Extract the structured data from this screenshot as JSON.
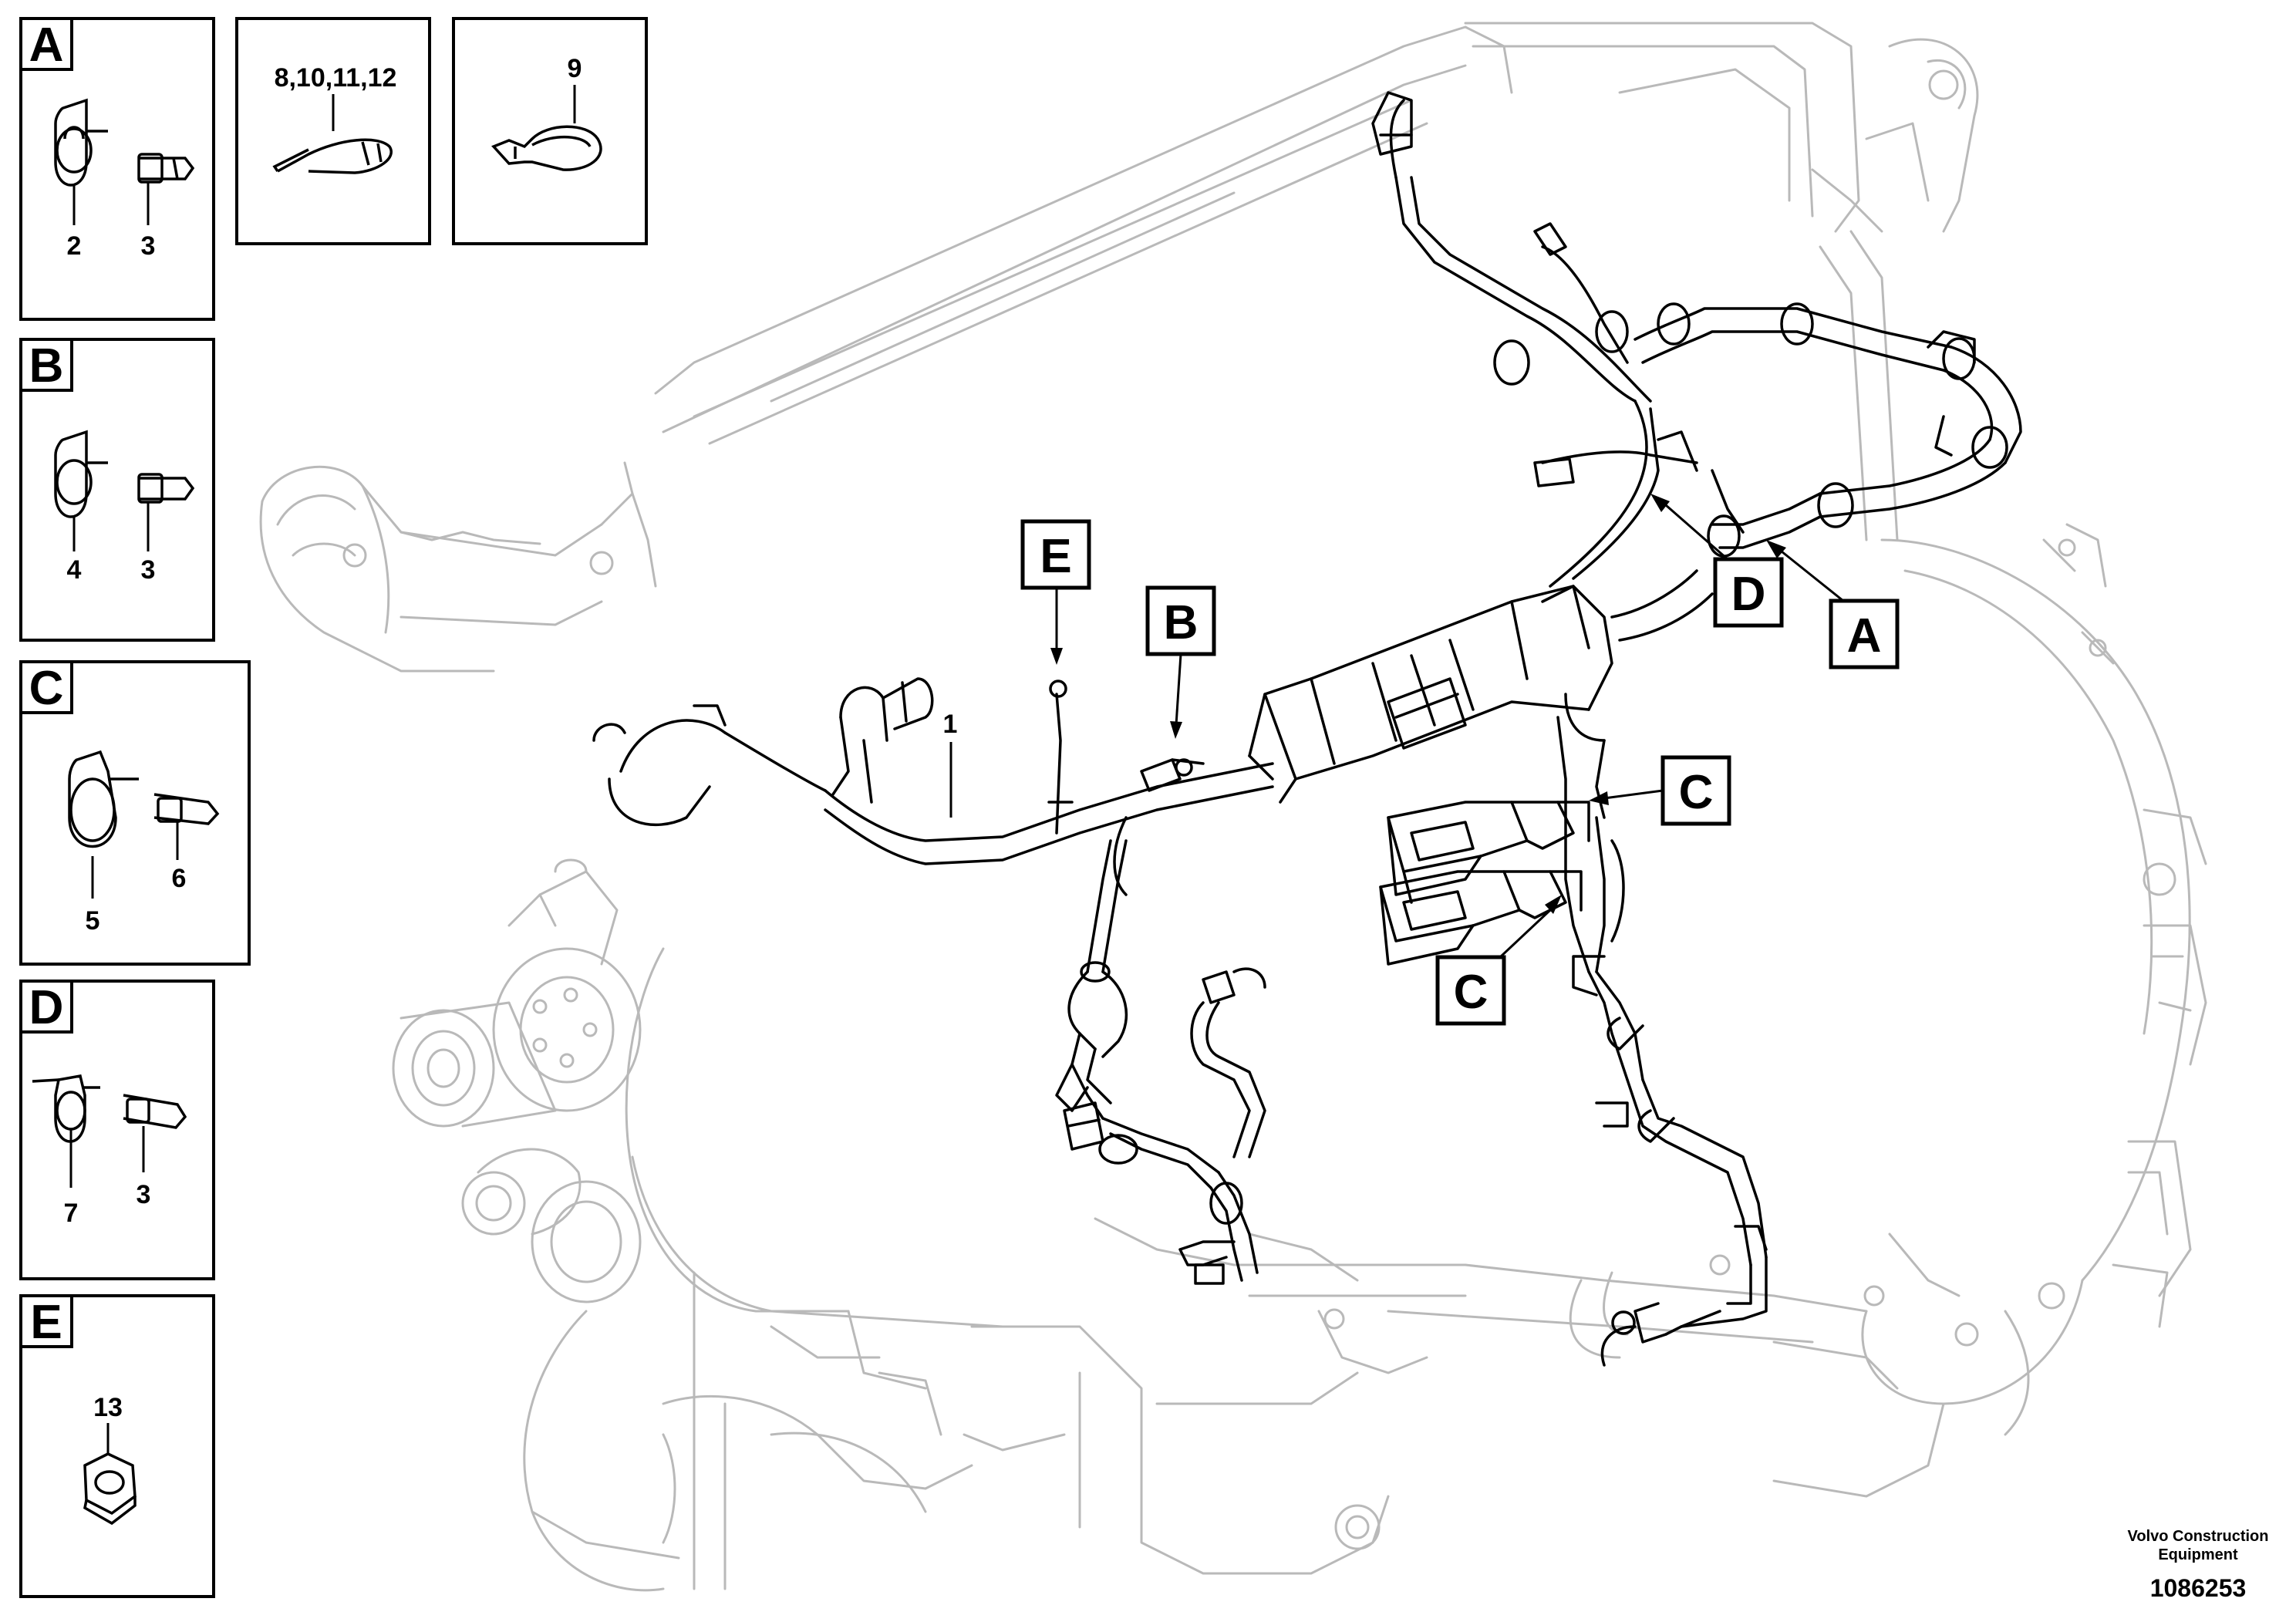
{
  "detail_boxes": [
    {
      "letter": "A",
      "labels": [
        "2",
        "3"
      ]
    },
    {
      "letter": "B",
      "labels": [
        "4",
        "3"
      ]
    },
    {
      "letter": "C",
      "labels": [
        "5",
        "6"
      ]
    },
    {
      "letter": "D",
      "labels": [
        "7",
        "3"
      ]
    },
    {
      "letter": "E",
      "labels": [
        "13"
      ]
    }
  ],
  "top_boxes": [
    {
      "label": "8,10,11,12"
    },
    {
      "label": "9"
    }
  ],
  "callouts": {
    "item1": "1",
    "E": "E",
    "B": "B",
    "D": "D",
    "A": "A",
    "C1": "C",
    "C2": "C"
  },
  "footer": {
    "line1": "Volvo Construction",
    "line2": "Equipment",
    "number": "1086253"
  },
  "colors": {
    "line": "#000000",
    "light": "#b9b9b9"
  }
}
